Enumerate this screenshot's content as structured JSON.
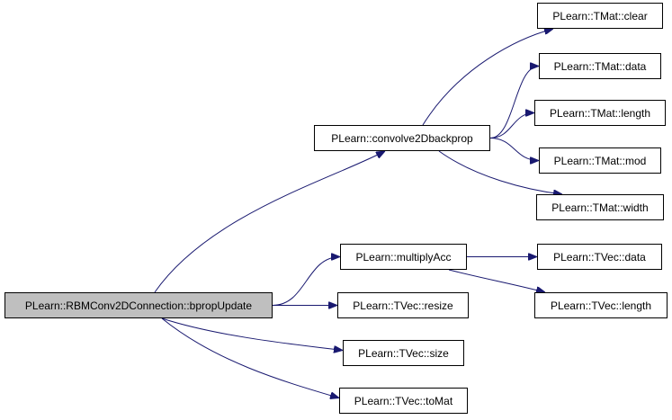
{
  "graph": {
    "nodes": [
      {
        "id": "root",
        "label": "PLearn::RBMConv2DConnection::bpropUpdate",
        "fill": "#bfbfbf",
        "is_root": true
      },
      {
        "id": "convolve2Dbackprop",
        "label": "PLearn::convolve2Dbackprop"
      },
      {
        "id": "multiplyAcc",
        "label": "PLearn::multiplyAcc"
      },
      {
        "id": "tvec_resize",
        "label": "PLearn::TVec::resize"
      },
      {
        "id": "tvec_size",
        "label": "PLearn::TVec::size"
      },
      {
        "id": "tvec_toMat",
        "label": "PLearn::TVec::toMat"
      },
      {
        "id": "tmat_clear",
        "label": "PLearn::TMat::clear"
      },
      {
        "id": "tmat_data",
        "label": "PLearn::TMat::data"
      },
      {
        "id": "tmat_length",
        "label": "PLearn::TMat::length"
      },
      {
        "id": "tmat_mod",
        "label": "PLearn::TMat::mod"
      },
      {
        "id": "tmat_width",
        "label": "PLearn::TMat::width"
      },
      {
        "id": "tvec_data",
        "label": "PLearn::TVec::data"
      },
      {
        "id": "tvec_length",
        "label": "PLearn::TVec::length"
      }
    ],
    "edges": [
      {
        "from": "root",
        "to": "convolve2Dbackprop"
      },
      {
        "from": "root",
        "to": "multiplyAcc"
      },
      {
        "from": "root",
        "to": "tvec_resize"
      },
      {
        "from": "root",
        "to": "tvec_size"
      },
      {
        "from": "root",
        "to": "tvec_toMat"
      },
      {
        "from": "convolve2Dbackprop",
        "to": "tmat_clear"
      },
      {
        "from": "convolve2Dbackprop",
        "to": "tmat_data"
      },
      {
        "from": "convolve2Dbackprop",
        "to": "tmat_length"
      },
      {
        "from": "convolve2Dbackprop",
        "to": "tmat_mod"
      },
      {
        "from": "convolve2Dbackprop",
        "to": "tmat_width"
      },
      {
        "from": "multiplyAcc",
        "to": "tvec_data"
      },
      {
        "from": "multiplyAcc",
        "to": "tvec_length"
      }
    ],
    "colors": {
      "edge": "#191970",
      "node_border": "#000000",
      "root_fill": "#bfbfbf",
      "node_fill": "#ffffff"
    }
  }
}
